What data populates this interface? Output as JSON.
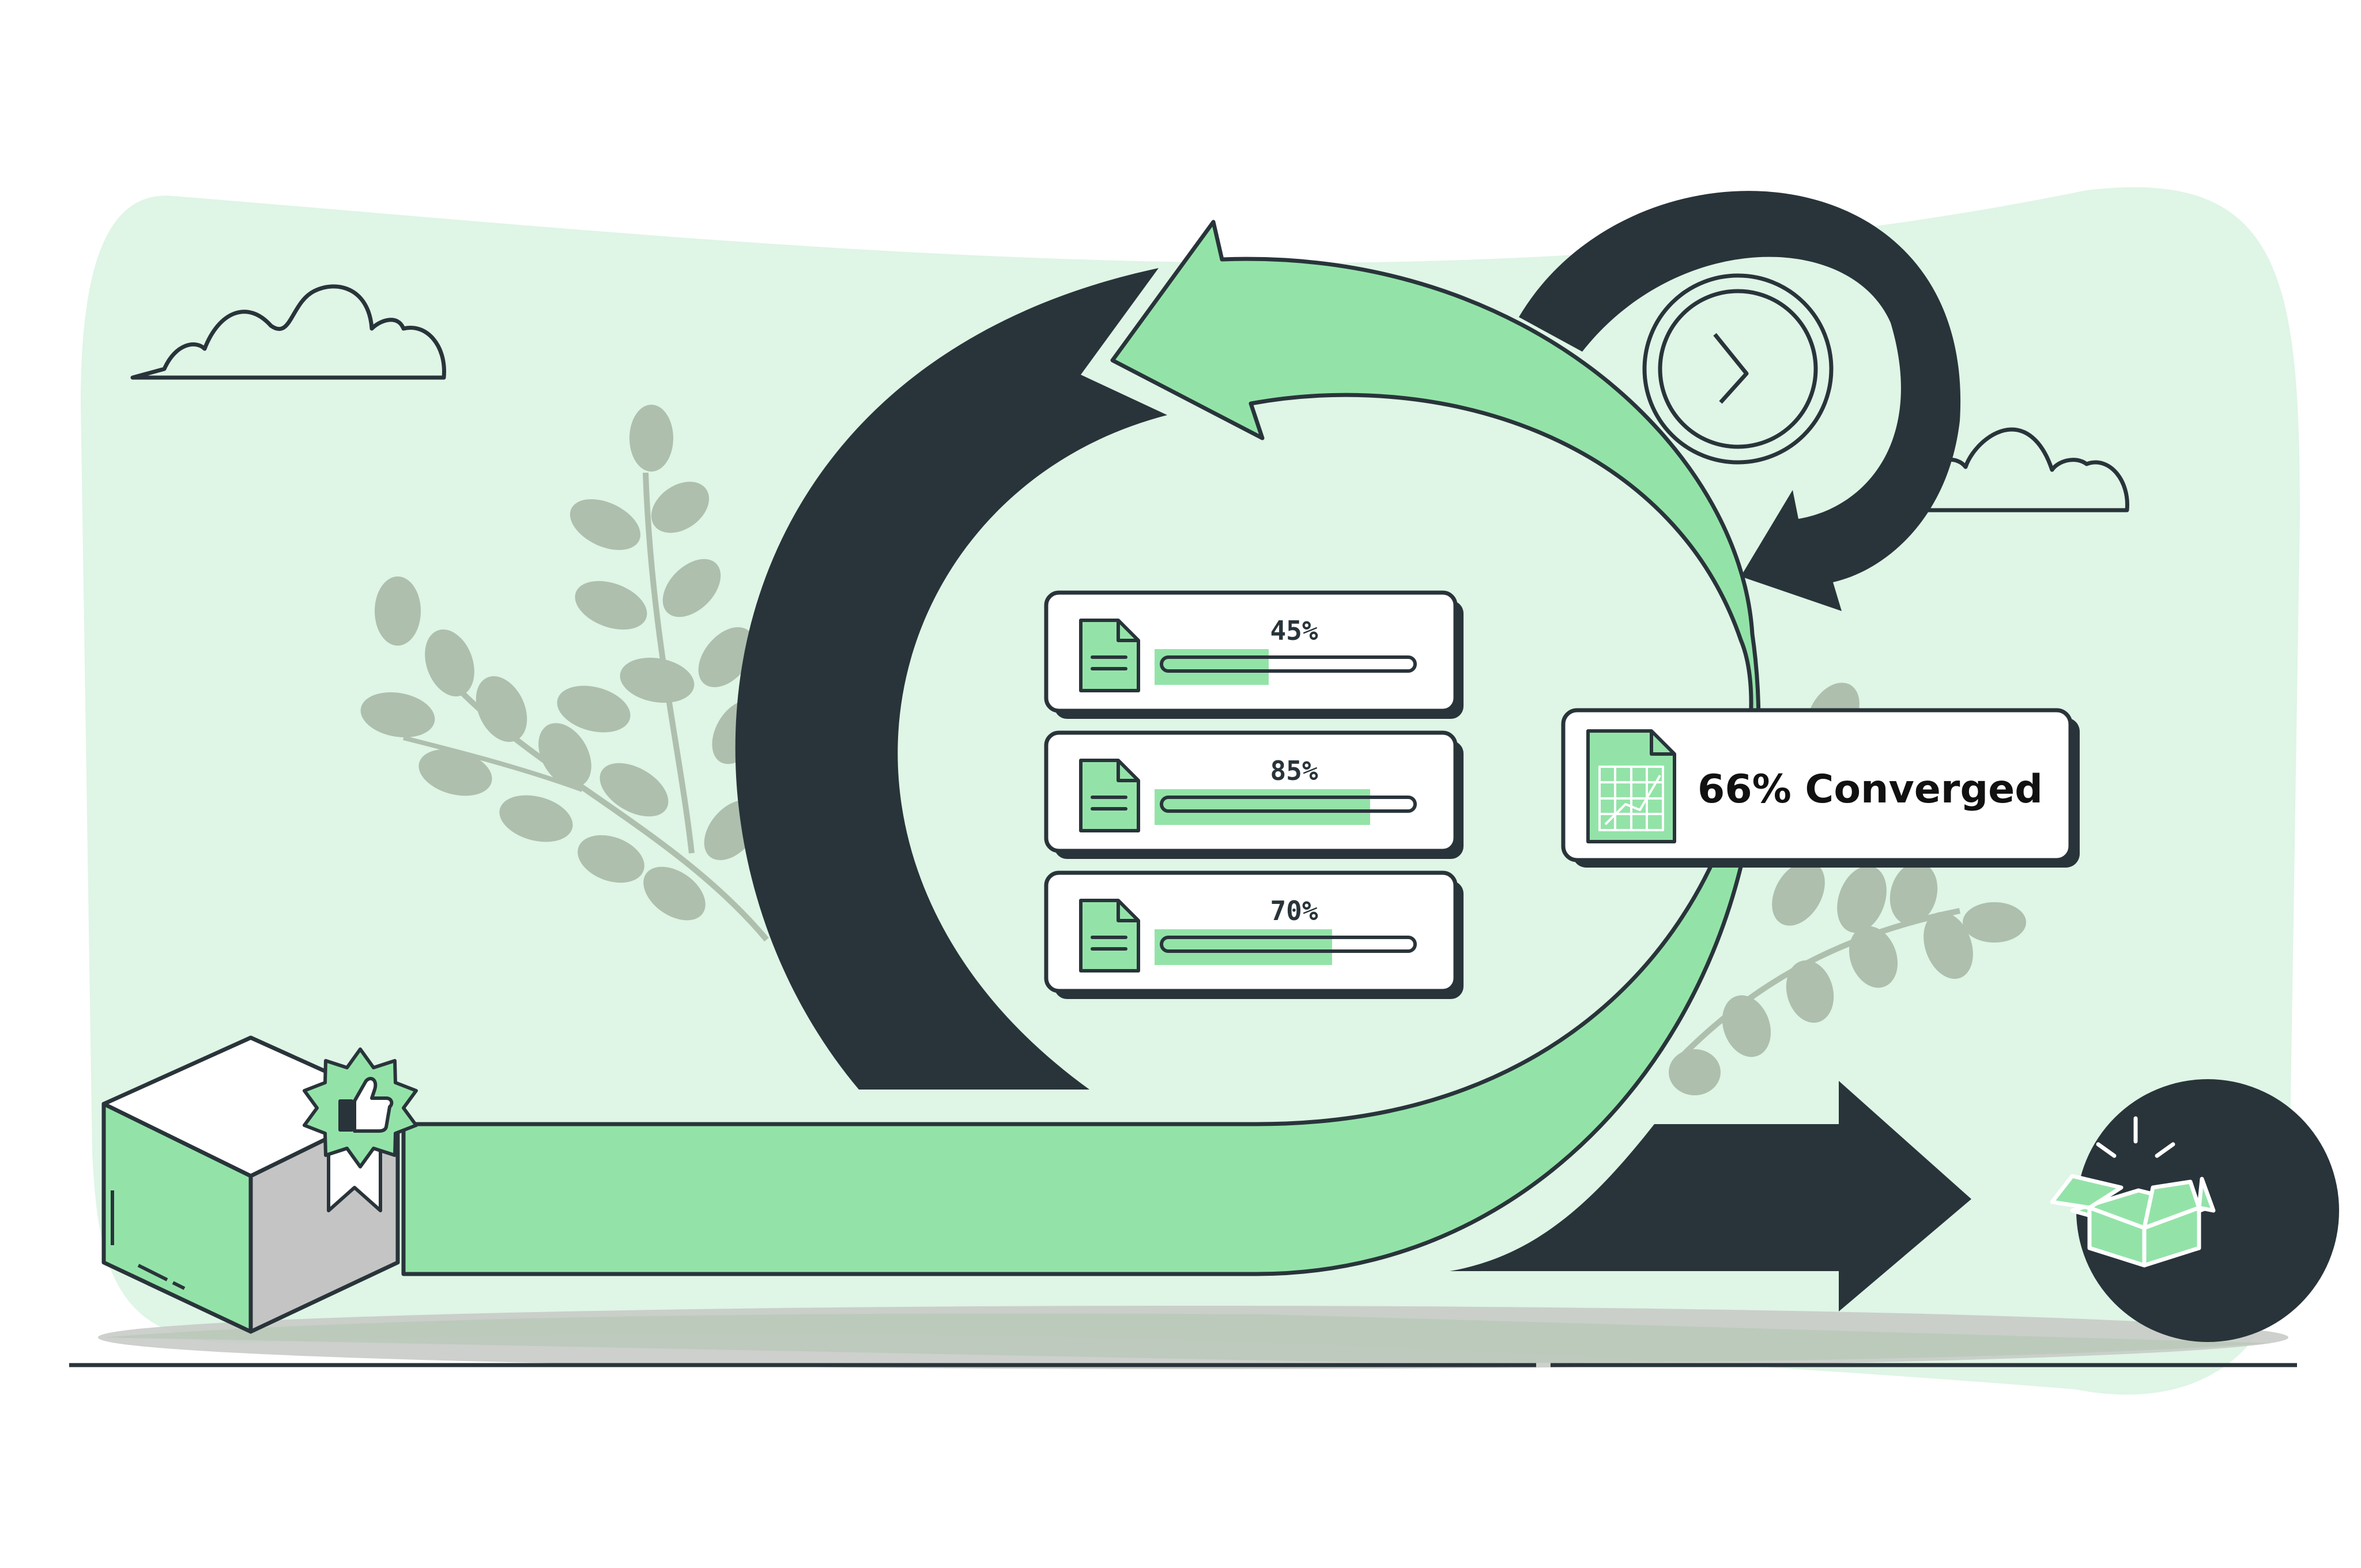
{
  "progress_items": [
    {
      "label": "45%",
      "value": 0.45
    },
    {
      "label": "85%",
      "value": 0.85
    },
    {
      "label": "70%",
      "value": 0.7
    }
  ],
  "status_card": {
    "label": "66% Converged",
    "value": 0.66
  },
  "colors": {
    "background_blob": "#dff5e6",
    "green": "#93e3a8",
    "dark": "#29343a",
    "leaf": "#aebfae",
    "shadow": "#c8cbc6",
    "white": "#ffffff"
  },
  "icons": [
    "cloud-icon",
    "clock-icon",
    "document-icon",
    "spreadsheet-icon",
    "thumbs-up-badge-icon",
    "open-box-icon"
  ]
}
